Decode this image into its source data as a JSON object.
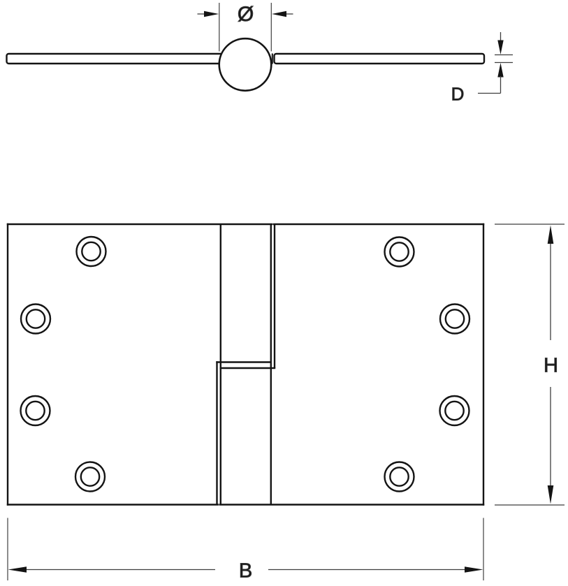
{
  "drawing": {
    "title": "Hinge technical drawing",
    "labels": {
      "diameter": "Ø",
      "thickness": "D",
      "height": "H",
      "width": "B"
    },
    "views": {
      "top_view": {
        "description": "Edge view of hinge leaves with knuckle barrel",
        "dimensions_shown": [
          "Ø",
          "D"
        ]
      },
      "front_view": {
        "description": "Face view of open hinge with two leaves and two knuckles",
        "screw_holes_per_leaf": 4,
        "screw_holes_total": 8,
        "dimensions_shown": [
          "H",
          "B"
        ]
      }
    },
    "colors": {
      "background": "#ffffff",
      "object_line": "#141414",
      "dimension_line": "#3f3f3f",
      "label_text": "#141414"
    }
  }
}
